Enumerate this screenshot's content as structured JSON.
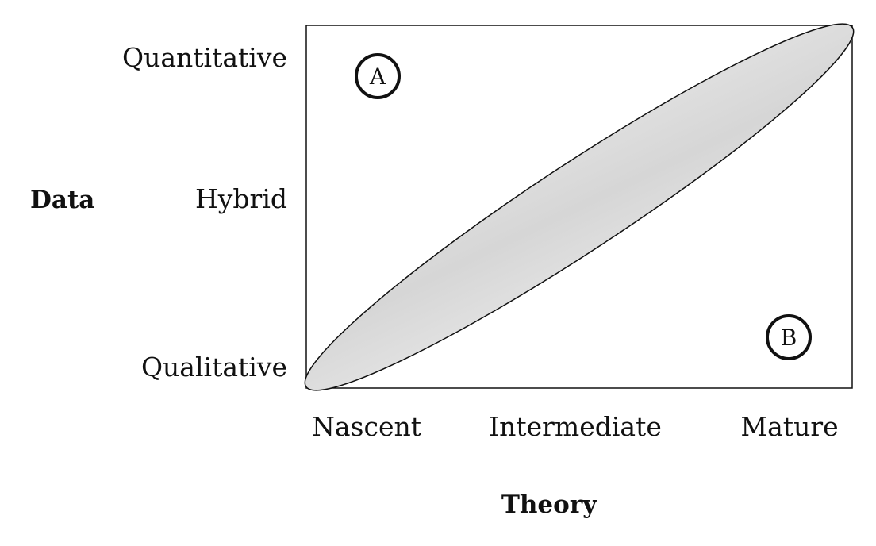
{
  "diagram": {
    "y_axis": {
      "title": "Data",
      "levels": [
        "Qualitative",
        "Hybrid",
        "Quantitative"
      ]
    },
    "x_axis": {
      "title": "Theory",
      "levels": [
        "Nascent",
        "Intermediate",
        "Mature"
      ]
    },
    "fit_region": {
      "fill": "#d9d9d9",
      "from": [
        "Nascent",
        "Qualitative"
      ],
      "to": [
        "Mature",
        "Quantitative"
      ]
    },
    "markers": [
      {
        "label": "A",
        "theory": "Nascent",
        "data": "Quantitative"
      },
      {
        "label": "B",
        "theory": "Mature",
        "data": "Qualitative"
      }
    ],
    "colors": {
      "line": "#111111",
      "background": "#ffffff"
    }
  }
}
